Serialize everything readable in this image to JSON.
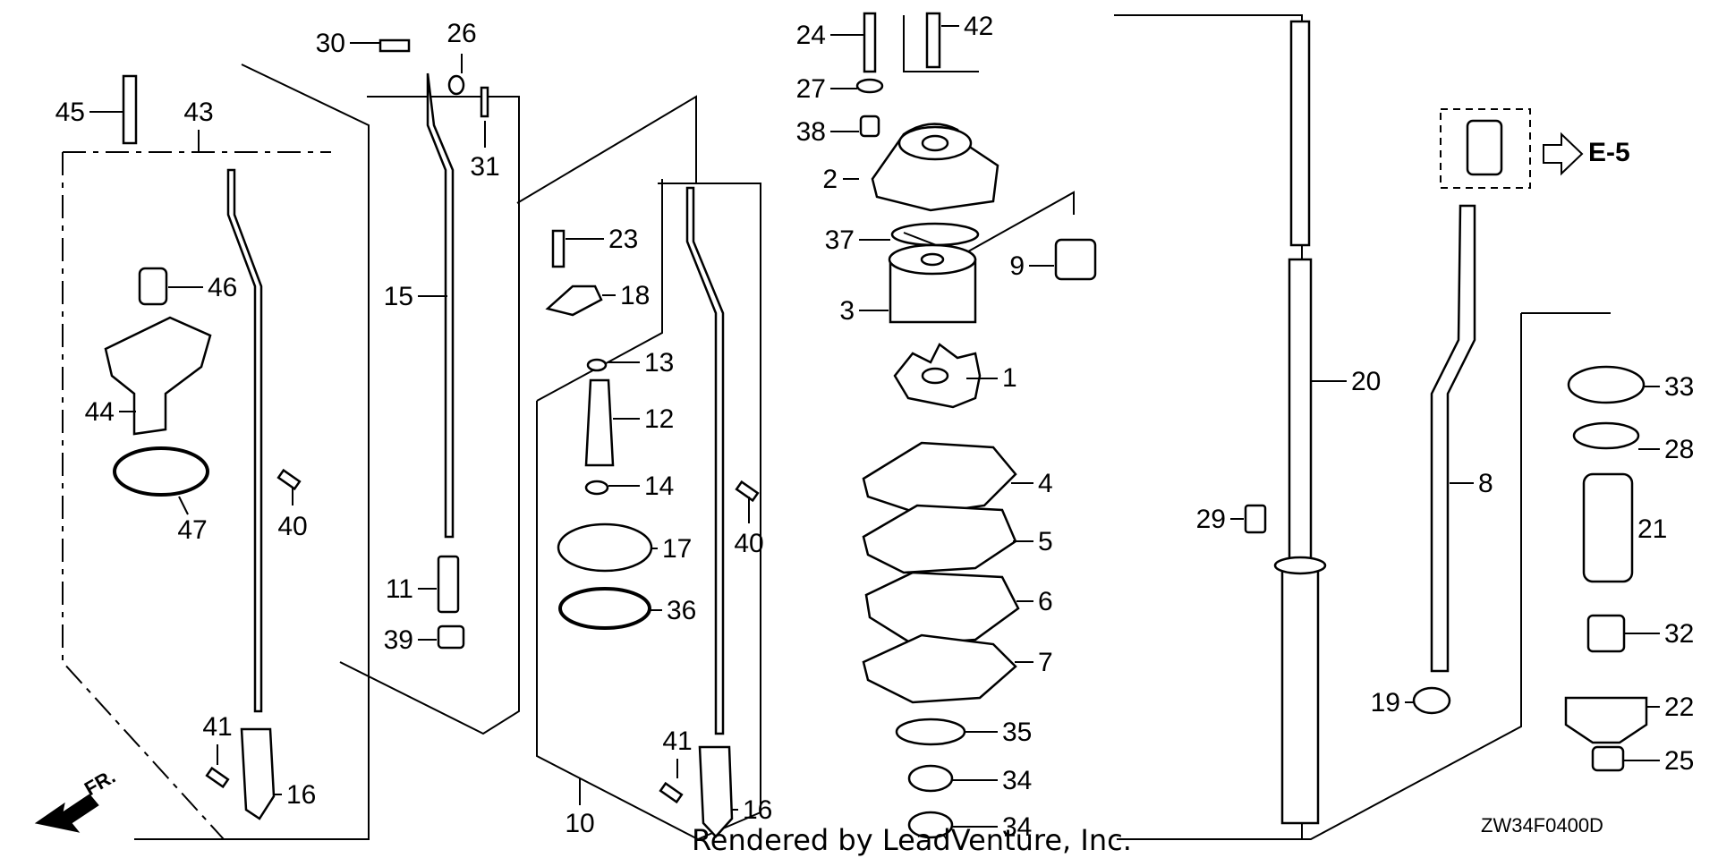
{
  "diagram": {
    "drawing_code": "ZW34F0400D",
    "credit": "Rendered by LeadVenture, Inc.",
    "reference": "E-5",
    "direction_marker": "FR.",
    "callouts": [
      "1",
      "2",
      "3",
      "4",
      "5",
      "6",
      "7",
      "8",
      "9",
      "10",
      "11",
      "12",
      "13",
      "14",
      "15",
      "16",
      "16",
      "17",
      "18",
      "19",
      "20",
      "21",
      "22",
      "23",
      "24",
      "25",
      "26",
      "27",
      "28",
      "29",
      "30",
      "31",
      "32",
      "33",
      "34",
      "34",
      "35",
      "36",
      "37",
      "38",
      "39",
      "40",
      "40",
      "41",
      "41",
      "42",
      "43",
      "44",
      "45",
      "46",
      "47"
    ]
  }
}
